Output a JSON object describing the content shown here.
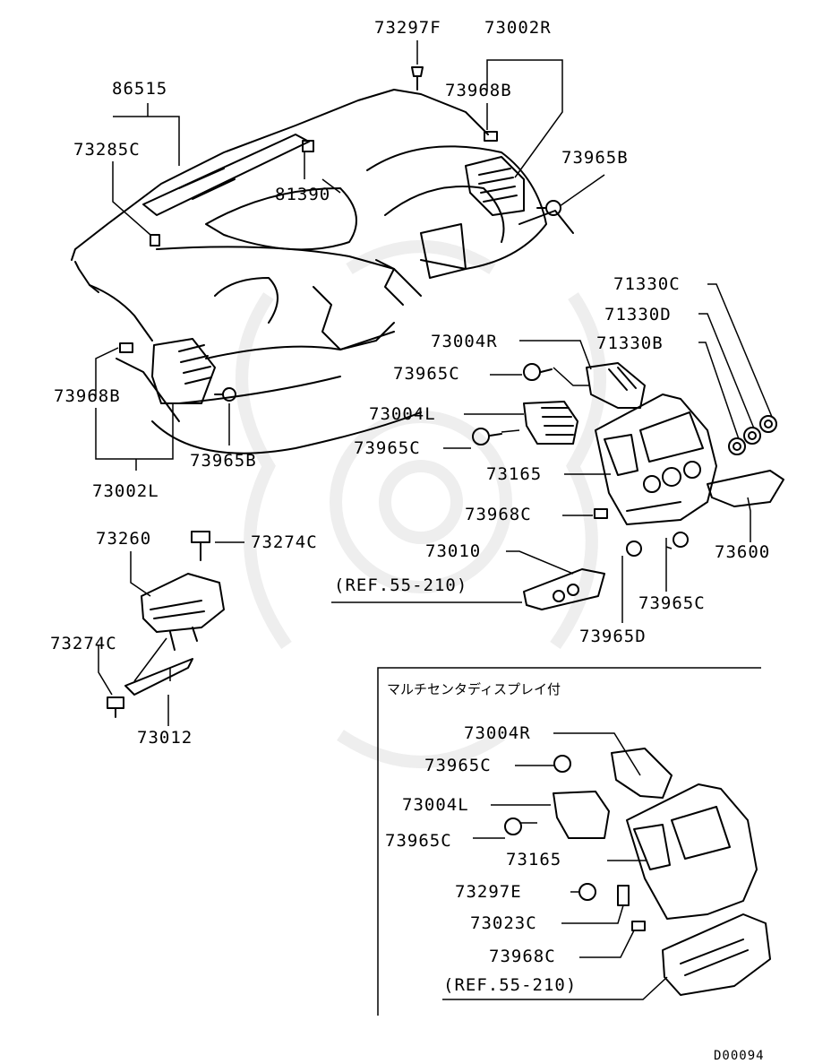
{
  "labels": {
    "p73297f": "73297F",
    "p73002r": "73002R",
    "p86515": "86515",
    "p73968b_top": "73968B",
    "p73285c": "73285C",
    "p73965b_top": "73965B",
    "p81390": "81390",
    "p71330c": "71330C",
    "p71330d": "71330D",
    "p73004r": "73004R",
    "p71330b": "71330B",
    "p73965c_1": "73965C",
    "p73968b_left": "73968B",
    "p73004l": "73004L",
    "p73965c_2": "73965C",
    "p73965b_left": "73965B",
    "p73165": "73165",
    "p73002l": "73002L",
    "p73968c": "73968C",
    "p73260": "73260",
    "p73274c_top": "73274C",
    "p73600": "73600",
    "p73010": "73010",
    "ref_1": "(REF.55-210)",
    "p73965c_3": "73965C",
    "p73274c_left": "73274C",
    "p73965d": "73965D",
    "p73012": "73012"
  },
  "inset": {
    "title": "マルチセンタディスプレイ付",
    "p73004r": "73004R",
    "p73965c_1": "73965C",
    "p73004l": "73004L",
    "p73965c_2": "73965C",
    "p73165": "73165",
    "p73297e": "73297E",
    "p73023c": "73023C",
    "p73968c": "73968C",
    "ref": "(REF.55-210)"
  },
  "diagram_code": "D00094",
  "colors": {
    "line": "#000000",
    "watermark": "#eeeeee",
    "background": "#ffffff"
  }
}
